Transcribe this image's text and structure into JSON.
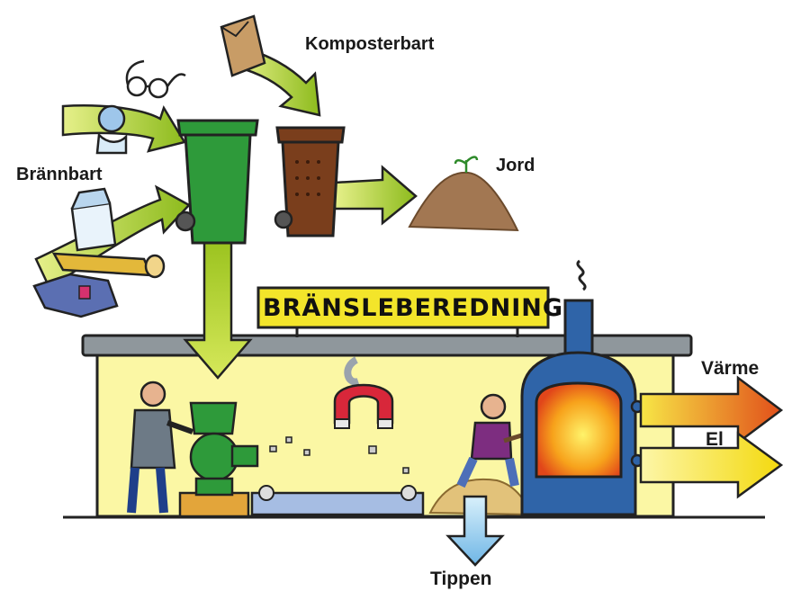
{
  "labels": {
    "komposterbart": "Komposterbart",
    "jord": "Jord",
    "brannbart": "Brännbart",
    "sign": "BRÄNSLEBEREDNING",
    "varme": "Värme",
    "el": "El",
    "tippen": "Tippen"
  },
  "colors": {
    "arrow_green": "#9bc31f",
    "bin_green": "#2e9a3a",
    "bin_brown": "#7a3e1c",
    "sign_yellow": "#f3e52a",
    "building_fill": "#fbf7a4",
    "furnace_blue": "#2f64a8",
    "heat_orange": "#e8621e",
    "electric_yellow": "#f5e31a",
    "tip_blue": "#8ecbf0"
  }
}
